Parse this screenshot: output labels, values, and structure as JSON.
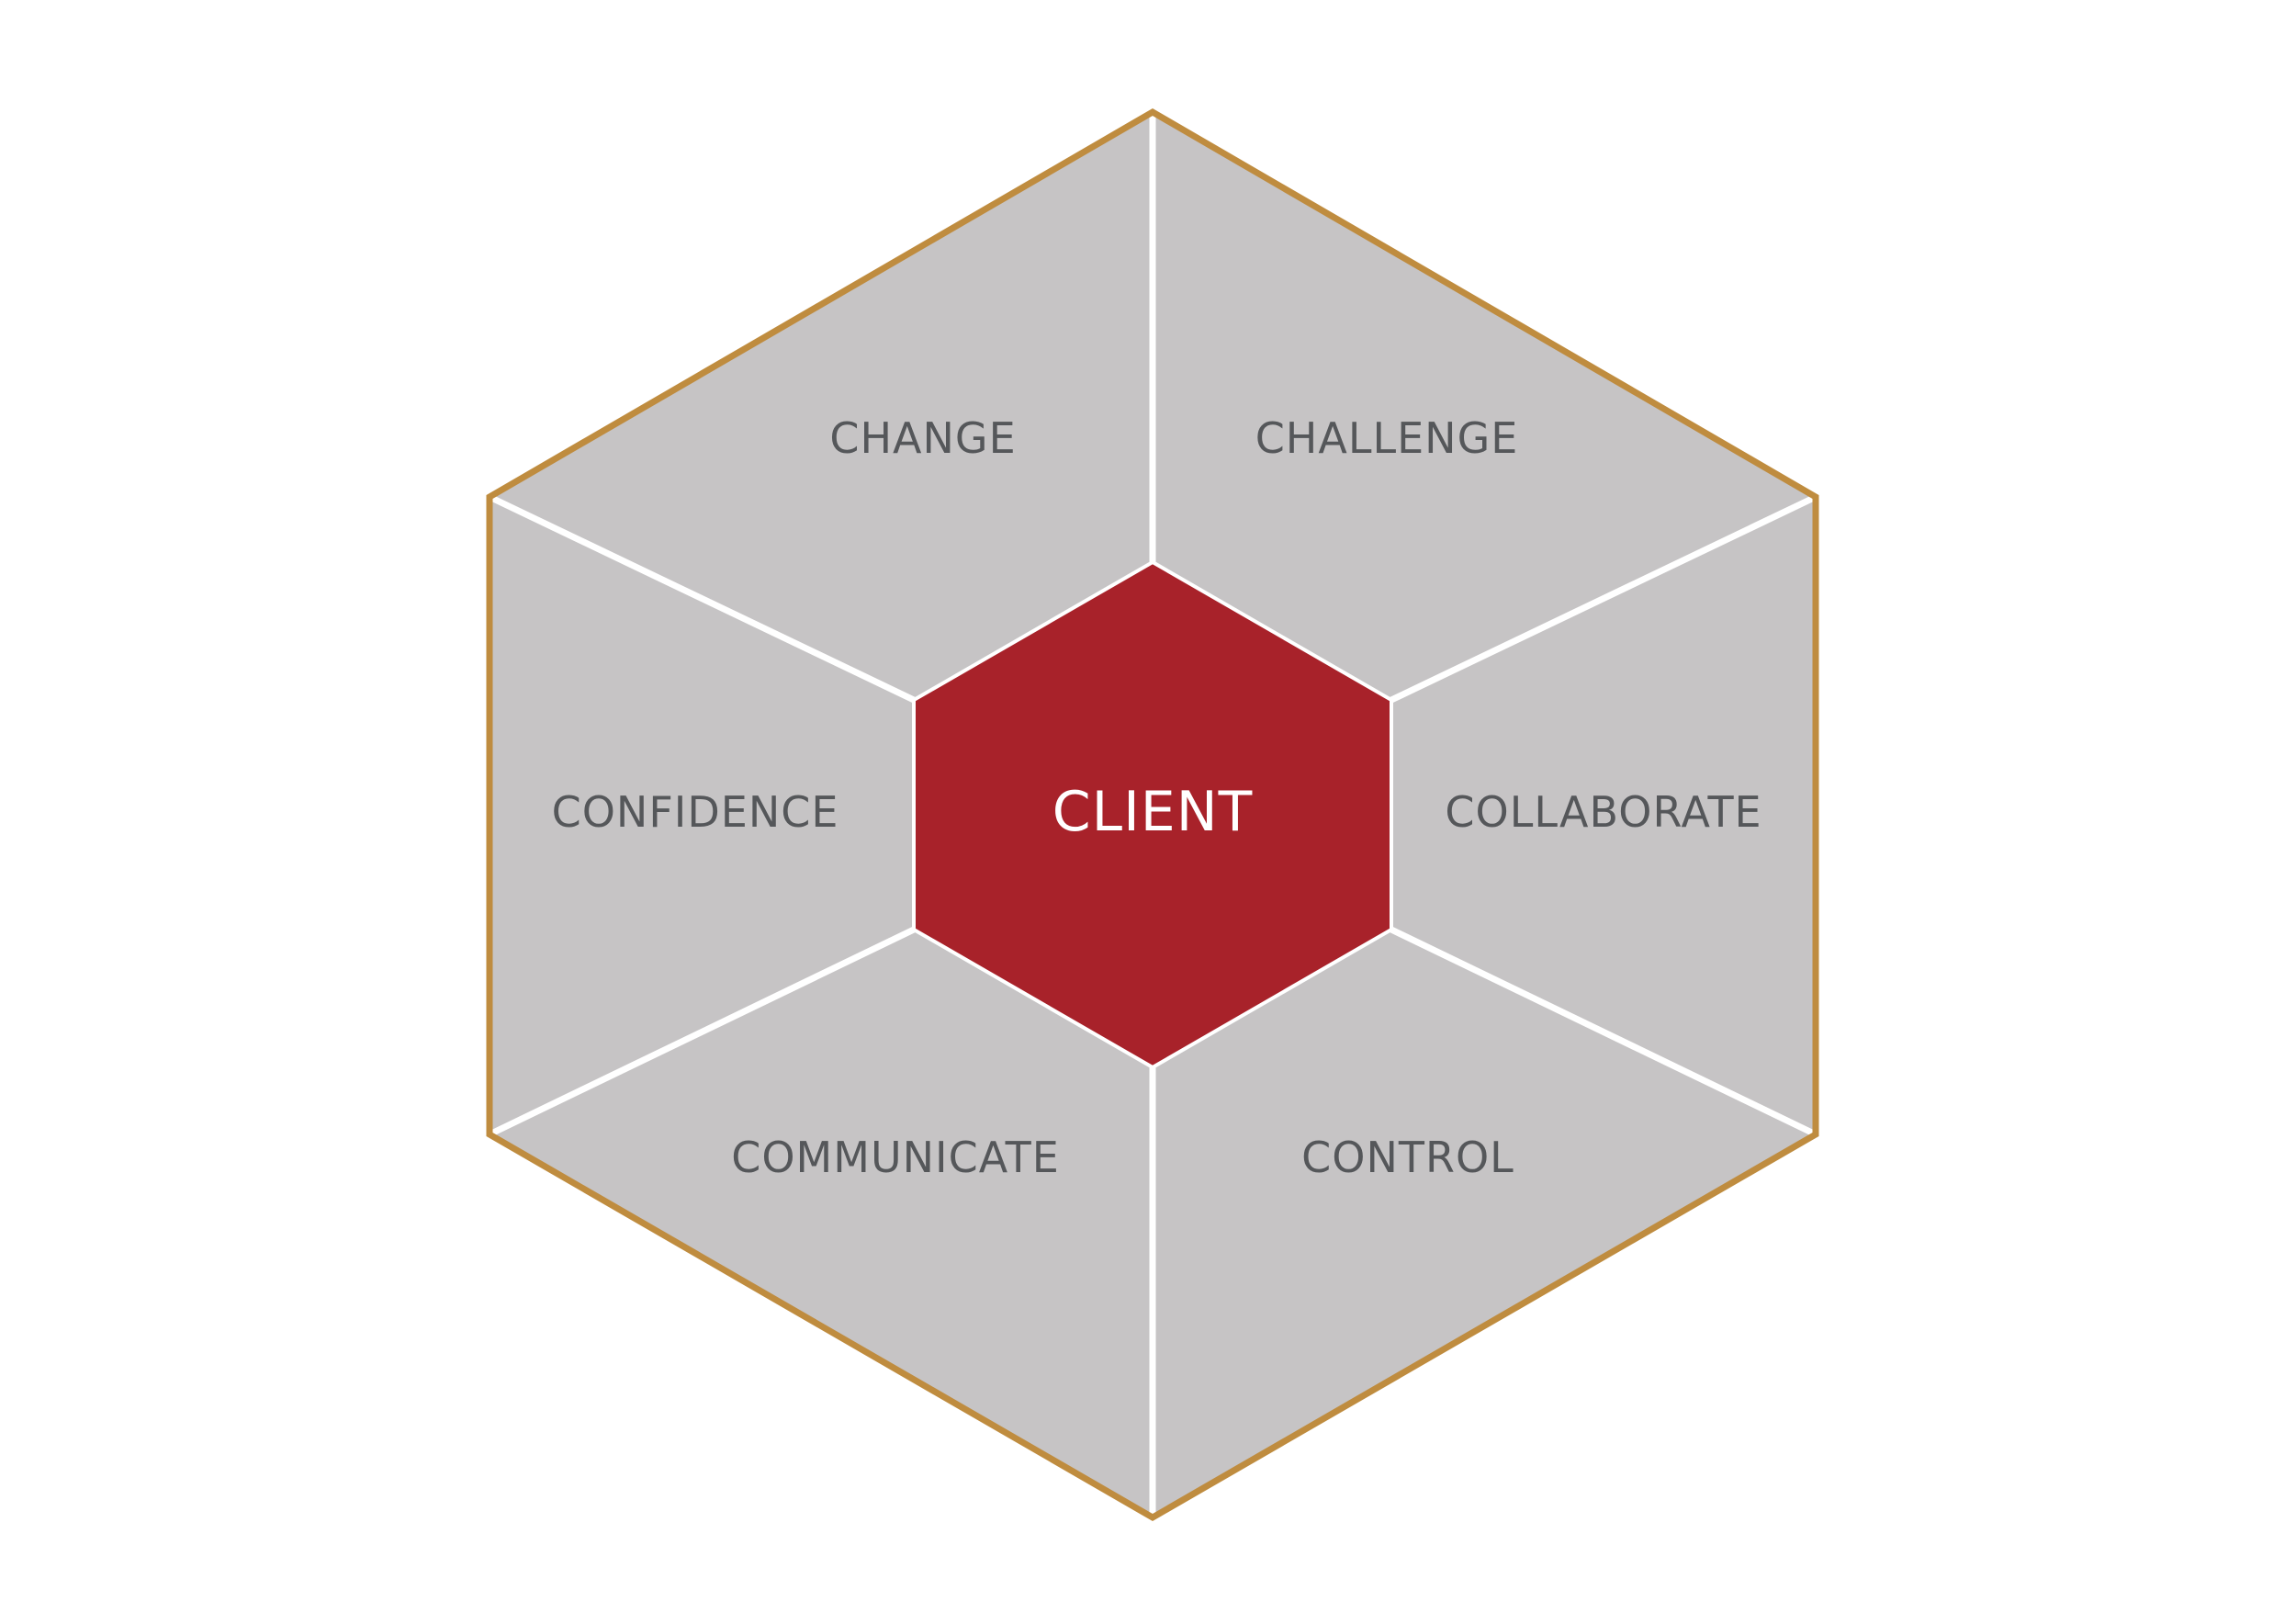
{
  "diagram": {
    "center": {
      "label": "CLIENT"
    },
    "segments": {
      "top_left": "CHANGE",
      "top_right": "CHALLENGE",
      "left": "CONFIDENCE",
      "right": "COLLABORATE",
      "bottom_left": "COMMUNICATE",
      "bottom_right": "CONTROL"
    }
  },
  "colors": {
    "outer_fill": "#c6c4c5",
    "outer_border": "#bf8c3f",
    "divider": "#ffffff",
    "center_fill": "#a8222a",
    "label_text": "#55575a",
    "center_text": "#ffffff"
  }
}
